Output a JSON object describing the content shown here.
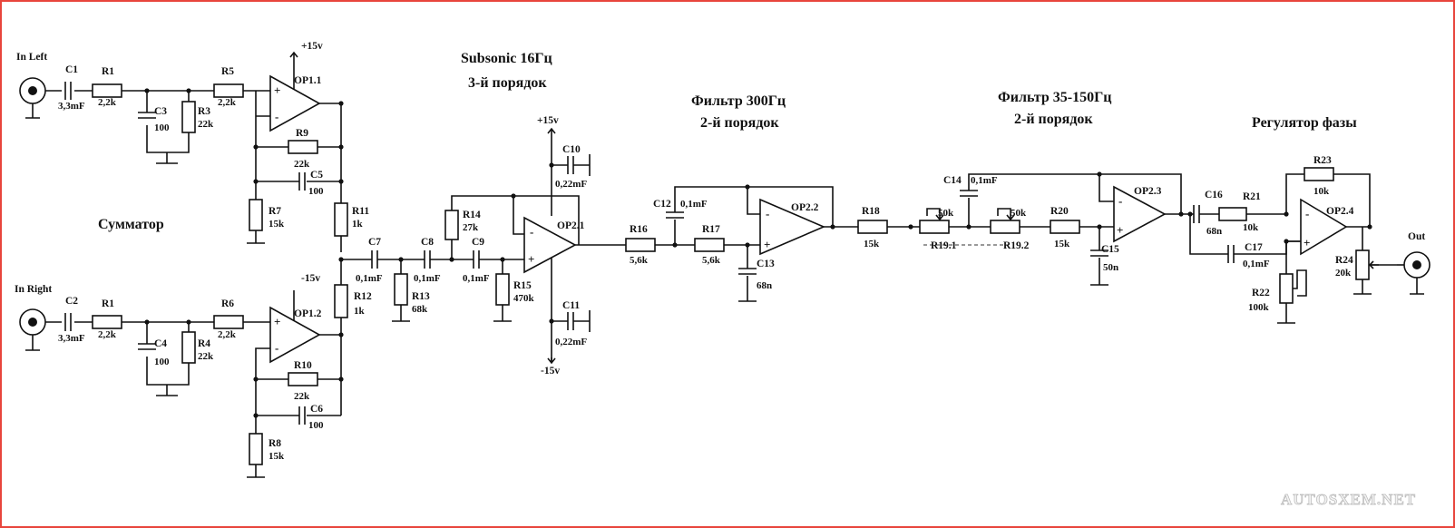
{
  "sections": {
    "subsonic_line1": "Subsonic  16Гц",
    "subsonic_line2": "3-й порядок",
    "filter300_line1": "Фильтр 300Гц",
    "filter300_line2": "2-й порядок",
    "filter35_line1": "Фильтр 35-150Гц",
    "filter35_line2": "2-й порядок",
    "phase": "Регулятор фазы",
    "summator": "Сумматор"
  },
  "io": {
    "in_left": "In Left",
    "in_right": "In Right",
    "out": "Out"
  },
  "rails": {
    "plus_top": "+15v",
    "minus_mid": "-15v",
    "plus_op21": "+15v",
    "minus_op21": "-15v"
  },
  "opamps": {
    "op11": "OP1.1",
    "op12": "OP1.2",
    "op21": "OP2.1",
    "op22": "OP2.2",
    "op23": "OP2.3",
    "op24": "OP2.4",
    "plus": "+",
    "minus": "-"
  },
  "left": {
    "c1": "C1",
    "c1_val": "3,3mF",
    "r1": "R1",
    "r1_val": "2,2k",
    "r5": "R5",
    "r5_val": "2,2k",
    "c3": "C3",
    "c3_val": "100",
    "r3": "R3",
    "r3_val": "22k",
    "r9": "R9",
    "r9_val": "22k",
    "c5": "C5",
    "c5_val": "100",
    "r7": "R7",
    "r7_val": "15k",
    "r11": "R11",
    "r11_val": "1k"
  },
  "right": {
    "c2": "C2",
    "c2_val": "3,3mF",
    "r1": "R1",
    "r1_val": "2,2k",
    "r6": "R6",
    "r6_val": "2,2k",
    "c4": "C4",
    "c4_val": "100",
    "r4": "R4",
    "r4_val": "22k",
    "r10": "R10",
    "r10_val": "22k",
    "c6": "C6",
    "c6_val": "100",
    "r8": "R8",
    "r8_val": "15k",
    "r12": "R12",
    "r12_val": "1k"
  },
  "subsonic": {
    "c7": "C7",
    "c7_val": "0,1mF",
    "c8": "C8",
    "c8_val": "0,1mF",
    "c9": "C9",
    "c9_val": "0,1mF",
    "r13": "R13",
    "r13_val": "68k",
    "r14": "R14",
    "r14_val": "27k",
    "r15": "R15",
    "r15_val": "470k",
    "c10": "C10",
    "c10_val": "0,22mF",
    "c11": "C11",
    "c11_val": "0,22mF"
  },
  "f300": {
    "r16": "R16",
    "r16_val": "5,6k",
    "r17": "R17",
    "r17_val": "5,6k",
    "c12": "C12",
    "c12_val": "0,1mF",
    "c13": "C13",
    "c13_val": "68n"
  },
  "f35": {
    "r18": "R18",
    "r18_val": "15k",
    "r19_1": "R19.1",
    "r19_1_val": "50k",
    "r19_2": "R19.2",
    "r19_2_val": "50k",
    "r20": "R20",
    "r20_val": "15k",
    "c14": "C14",
    "c14_val": "0,1mF",
    "c15": "C15",
    "c15_val": "50n"
  },
  "phase": {
    "c16": "C16",
    "c16_val": "68n",
    "r21": "R21",
    "r21_val": "10k",
    "r23": "R23",
    "r23_val": "10k",
    "c17": "C17",
    "c17_val": "0,1mF",
    "r22": "R22",
    "r22_val": "100k",
    "r24": "R24",
    "r24_val": "20k"
  },
  "watermark": "AUTOSXEM.NET"
}
